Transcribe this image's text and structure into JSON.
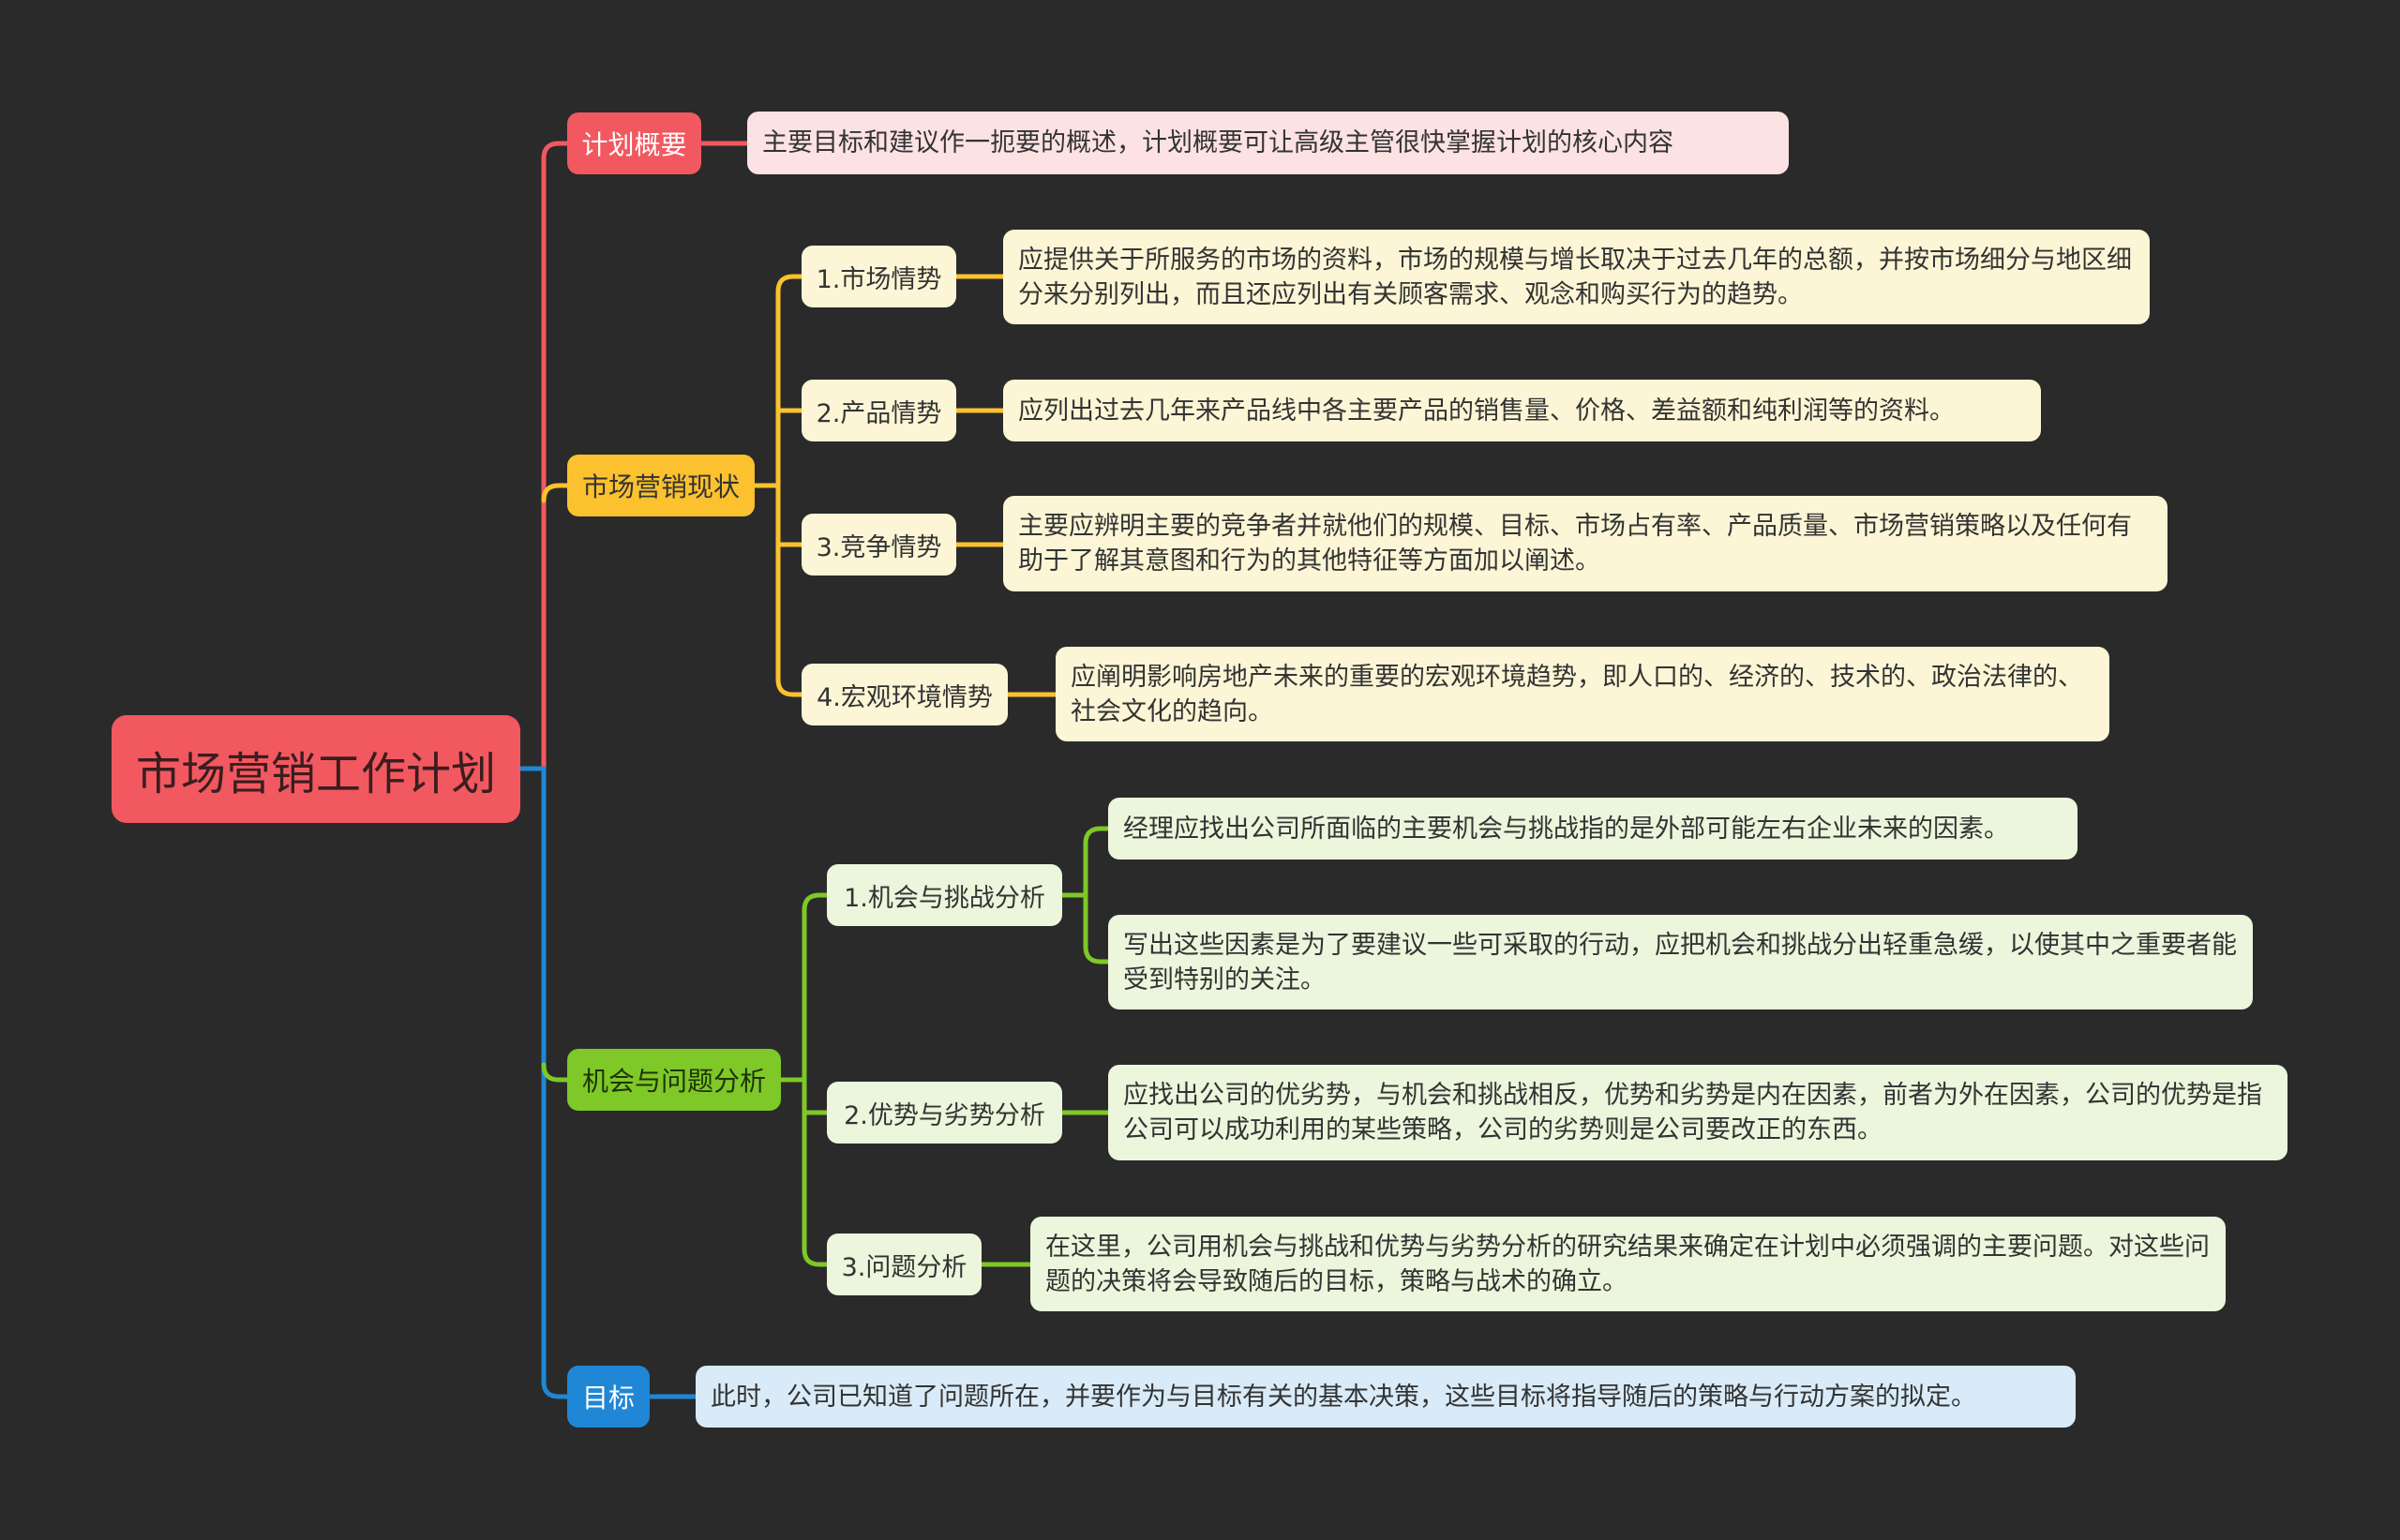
{
  "colors": {
    "background": "#2a2a2a",
    "red": "#f2585f",
    "yellow": "#fcc12e",
    "green": "#7ec828",
    "blue": "#1f87d6"
  },
  "root": {
    "label": "市场营销工作计划"
  },
  "branches": [
    {
      "label": "计划概要",
      "desc": "主要目标和建议作一扼要的概述，计划概要可让高级主管很快掌握计划的核心内容"
    },
    {
      "label": "市场营销现状",
      "subs": [
        {
          "label": "1.市场情势",
          "desc": "应提供关于所服务的市场的资料，市场的规模与增长取决于过去几年的总额，并按市场细分与地区细分来分别列出，而且还应列出有关顾客需求、观念和购买行为的趋势。"
        },
        {
          "label": "2.产品情势",
          "desc": "应列出过去几年来产品线中各主要产品的销售量、价格、差益额和纯利润等的资料。"
        },
        {
          "label": "3.竞争情势",
          "desc": "主要应辨明主要的竞争者并就他们的规模、目标、市场占有率、产品质量、市场营销策略以及任何有助于了解其意图和行为的其他特征等方面加以阐述。"
        },
        {
          "label": "4.宏观环境情势",
          "desc": "应阐明影响房地产未来的重要的宏观环境趋势，即人口的、经济的、技术的、政治法律的、社会文化的趋向。"
        }
      ]
    },
    {
      "label": "机会与问题分析",
      "subs": [
        {
          "label": "1.机会与挑战分析",
          "descs": [
            "经理应找出公司所面临的主要机会与挑战指的是外部可能左右企业未来的因素。",
            "写出这些因素是为了要建议一些可采取的行动，应把机会和挑战分出轻重急缓，以使其中之重要者能受到特别的关注。"
          ]
        },
        {
          "label": "2.优势与劣势分析",
          "desc": "应找出公司的优劣势，与机会和挑战相反，优势和劣势是内在因素，前者为外在因素，公司的优势是指公司可以成功利用的某些策略，公司的劣势则是公司要改正的东西。"
        },
        {
          "label": "3.问题分析",
          "desc": "在这里，公司用机会与挑战和优势与劣势分析的研究结果来确定在计划中必须强调的主要问题。对这些问题的决策将会导致随后的目标，策略与战术的确立。"
        }
      ]
    },
    {
      "label": "目标",
      "desc": "此时，公司已知道了问题所在，并要作为与目标有关的基本决策，这些目标将指导随后的策略与行动方案的拟定。"
    }
  ]
}
